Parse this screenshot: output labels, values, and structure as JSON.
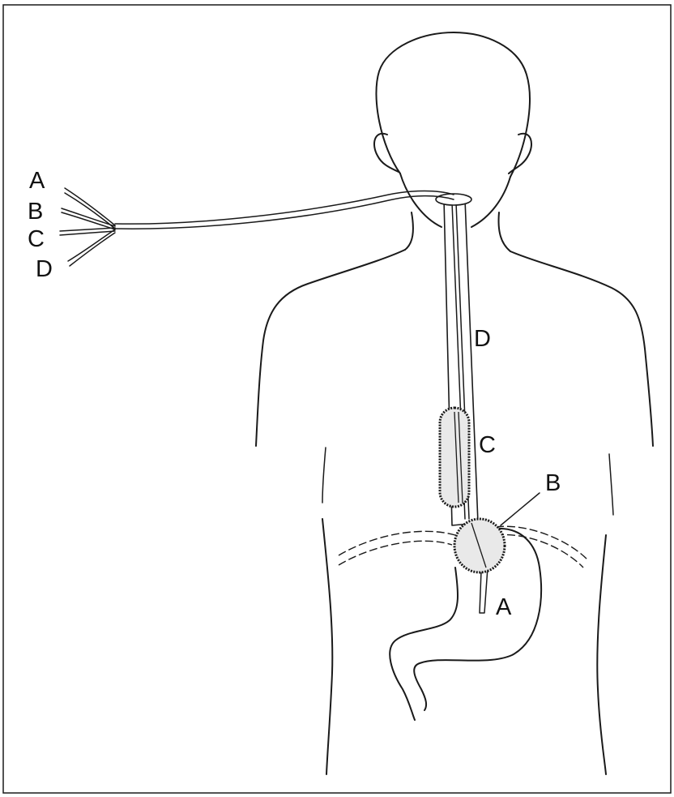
{
  "labels": {
    "port_a": "A",
    "port_b": "B",
    "port_c": "C",
    "port_d": "D",
    "lumen_d": "D",
    "balloon_c": "C",
    "balloon_b": "B",
    "tip_a": "A"
  },
  "colors": {
    "line": "#1a1a1a",
    "background": "#ffffff",
    "balloon_fill": "#e9e9e9"
  }
}
